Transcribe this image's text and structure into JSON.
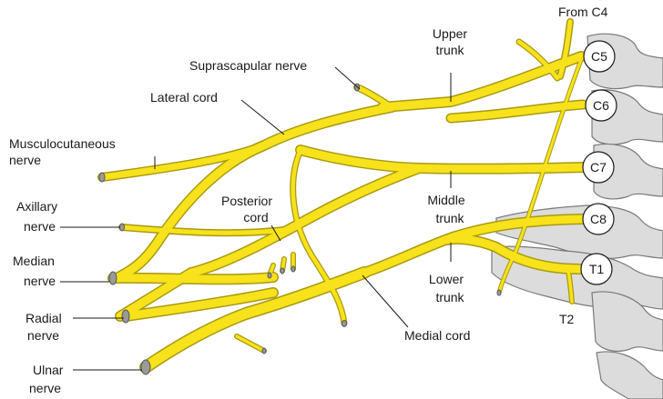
{
  "diagram": {
    "labels": {
      "from_c4": "From  C4",
      "upper_trunk_1": "Upper",
      "upper_trunk_2": "trunk",
      "suprascapular_nerve": "Suprascapular nerve",
      "lateral_cord": "Lateral cord",
      "musculocutaneous_1": "Musculocutaneous",
      "musculocutaneous_2": "nerve",
      "axillary_1": "Axillary",
      "axillary_2": "nerve",
      "posterior_cord_1": "Posterior",
      "posterior_cord_2": "cord",
      "middle_trunk_1": "Middle",
      "middle_trunk_2": "trunk",
      "median_1": "Median",
      "median_2": "nerve",
      "lower_trunk_1": "Lower",
      "lower_trunk_2": "trunk",
      "radial_1": "Radial",
      "radial_2": "nerve",
      "medial_cord": "Medial cord",
      "ulnar_1": "Ulnar",
      "ulnar_2": "nerve",
      "t2": "T2"
    },
    "roots": [
      "C5",
      "C6",
      "C7",
      "C8",
      "T1"
    ],
    "colors": {
      "nerve": "#f7e21b",
      "nerve_outline": "#a89a12",
      "vertebra": "#dcdcdc",
      "vertebra_outline": "#7a7a7a",
      "nerve_end": "#9a9a9a"
    }
  }
}
